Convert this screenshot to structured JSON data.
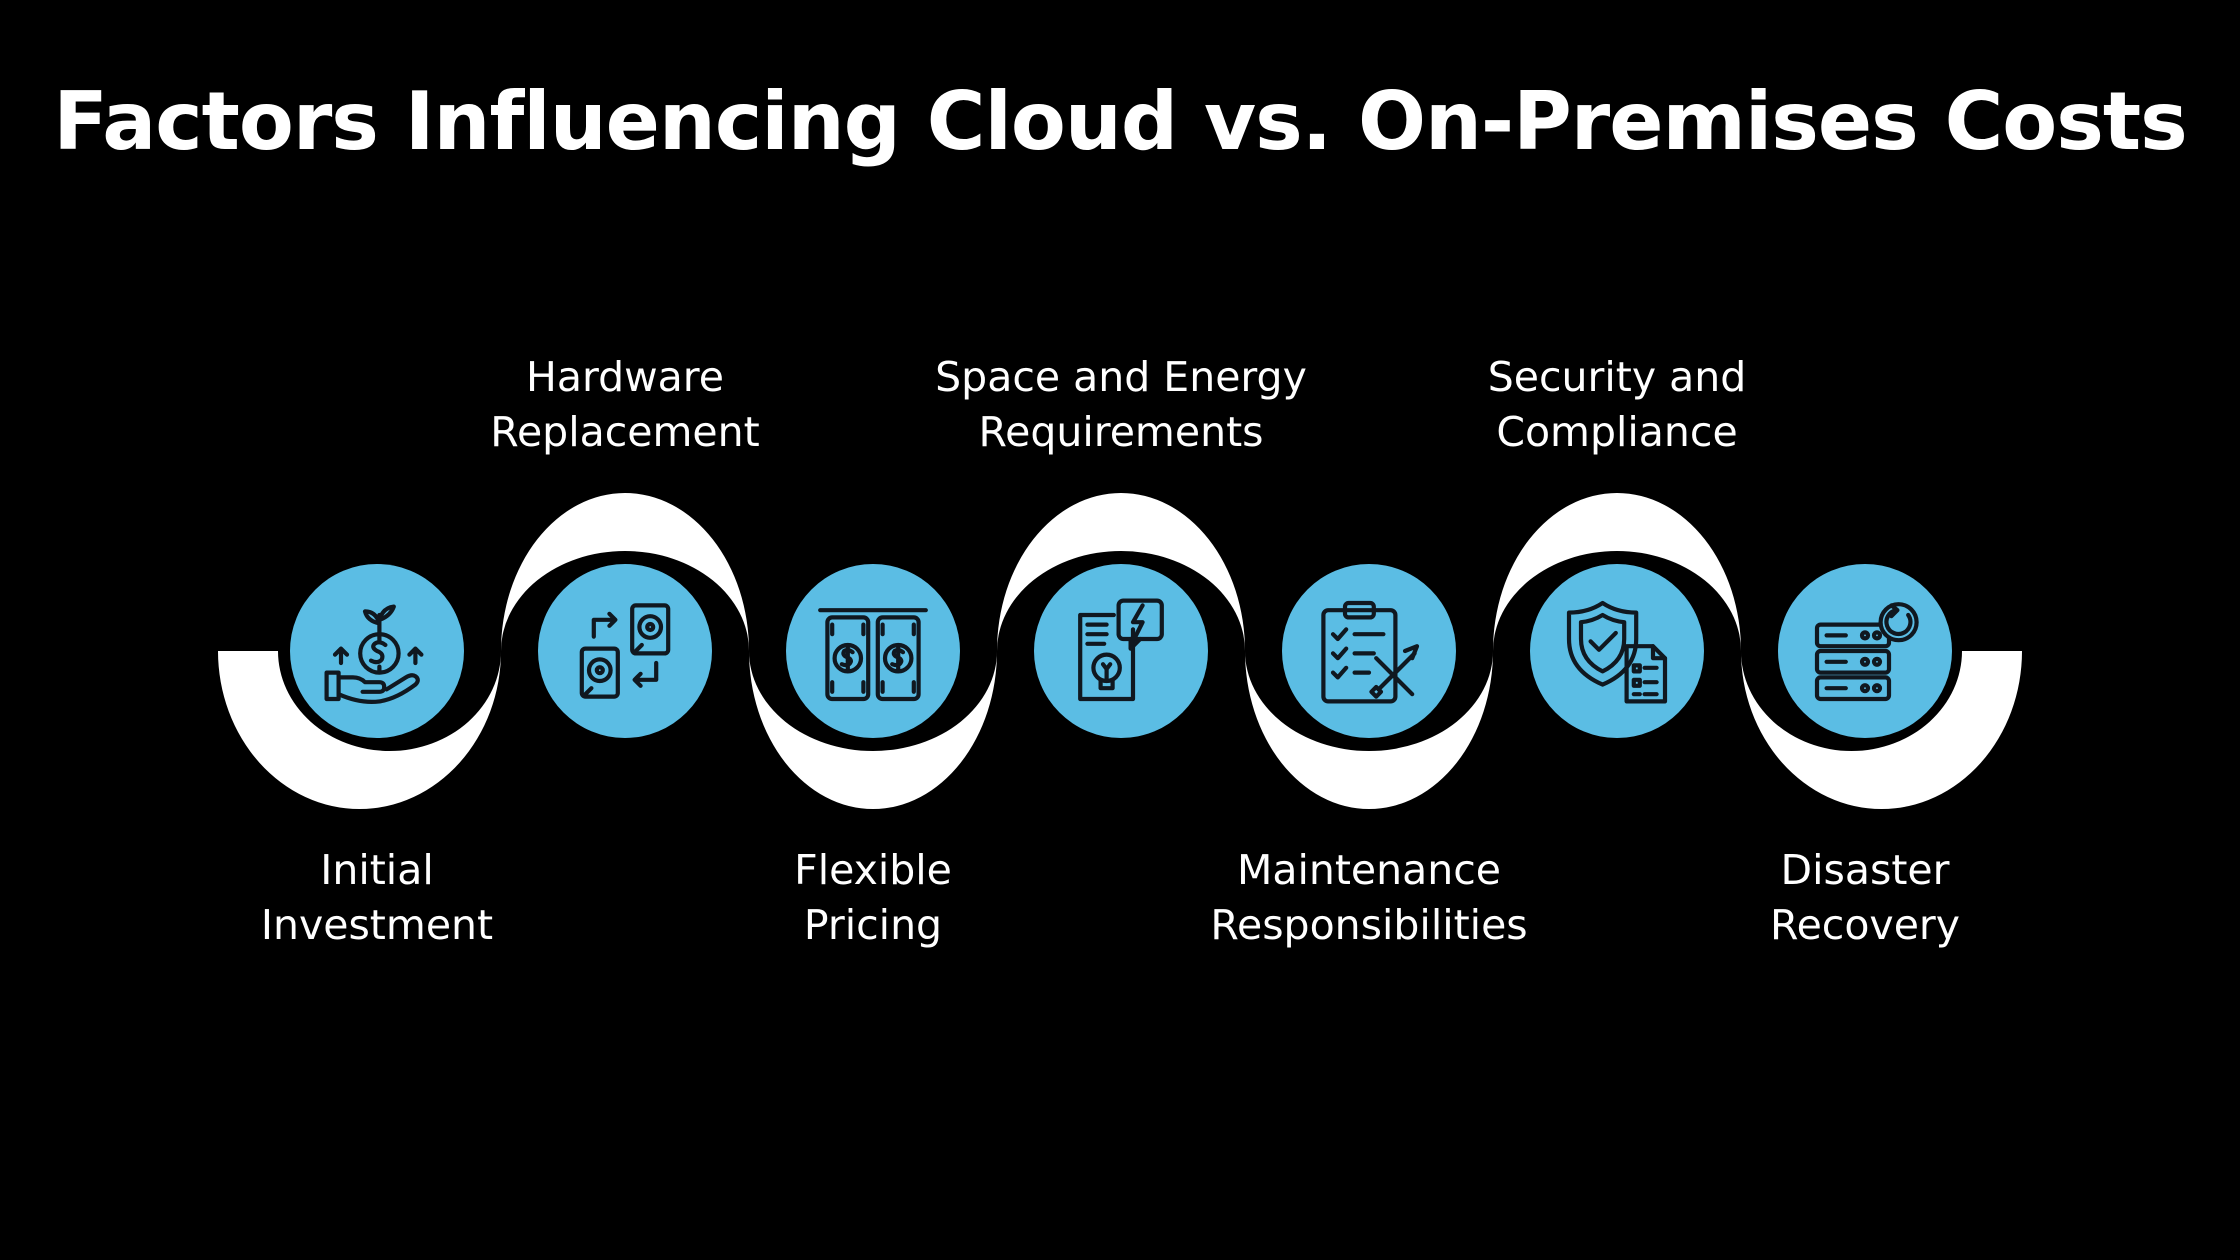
{
  "title": "Factors Influencing Cloud vs. On-Premises Costs",
  "colors": {
    "background": "#000000",
    "ribbon": "#ffffff",
    "circle": "#5bbde4",
    "icon_stroke": "#101820",
    "text": "#ffffff"
  },
  "factors": [
    {
      "line1": "Initial",
      "line2": "Investment",
      "icon": "money-growth-icon",
      "position": "bottom"
    },
    {
      "line1": "Hardware",
      "line2": "Replacement",
      "icon": "disk-swap-icon",
      "position": "top"
    },
    {
      "line1": "Flexible",
      "line2": "Pricing",
      "icon": "dollar-bills-icon",
      "position": "bottom"
    },
    {
      "line1": "Space and Energy",
      "line2": "Requirements",
      "icon": "energy-document-icon",
      "position": "top"
    },
    {
      "line1": "Maintenance",
      "line2": "Responsibilities",
      "icon": "checklist-tools-icon",
      "position": "bottom"
    },
    {
      "line1": "Security and",
      "line2": "Compliance",
      "icon": "shield-document-icon",
      "position": "top"
    },
    {
      "line1": "Disaster",
      "line2": "Recovery",
      "icon": "server-restore-icon",
      "position": "bottom"
    }
  ]
}
